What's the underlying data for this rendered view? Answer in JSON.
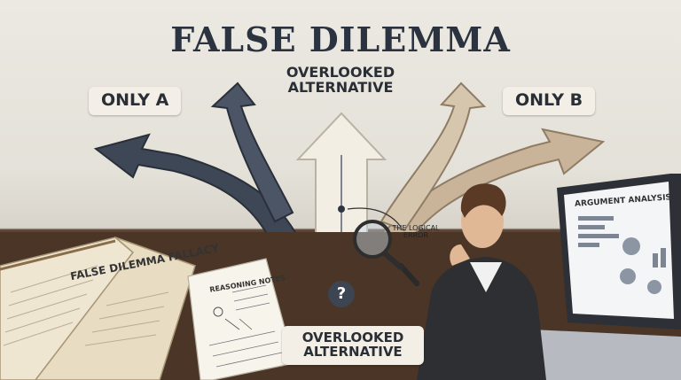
{
  "title": "FALSE DILEMMA",
  "labels": {
    "only_a": "ONLY A",
    "only_b": "ONLY B",
    "overlooked_top": "OVERLOOKED ALTERNATIVE",
    "overlooked_bottom": "OVERLOOKED ALTERNATIVE",
    "logical_error": "THE LOGICAL ERROR",
    "question_mark": "?"
  },
  "book": {
    "title": "FALSE DILEMMA FALLACY"
  },
  "notes": {
    "title": "REASONING NOTES"
  },
  "laptop": {
    "screen_title": "ARGUMENT ANALYSIS"
  },
  "colors": {
    "dark_arrow": "#3e4756",
    "light_arrow": "#f2eee4",
    "tan_arrow": "#c9b49a",
    "table": "#4a3526",
    "wall": "#e6e3dc",
    "robe": "#2e2f33"
  }
}
